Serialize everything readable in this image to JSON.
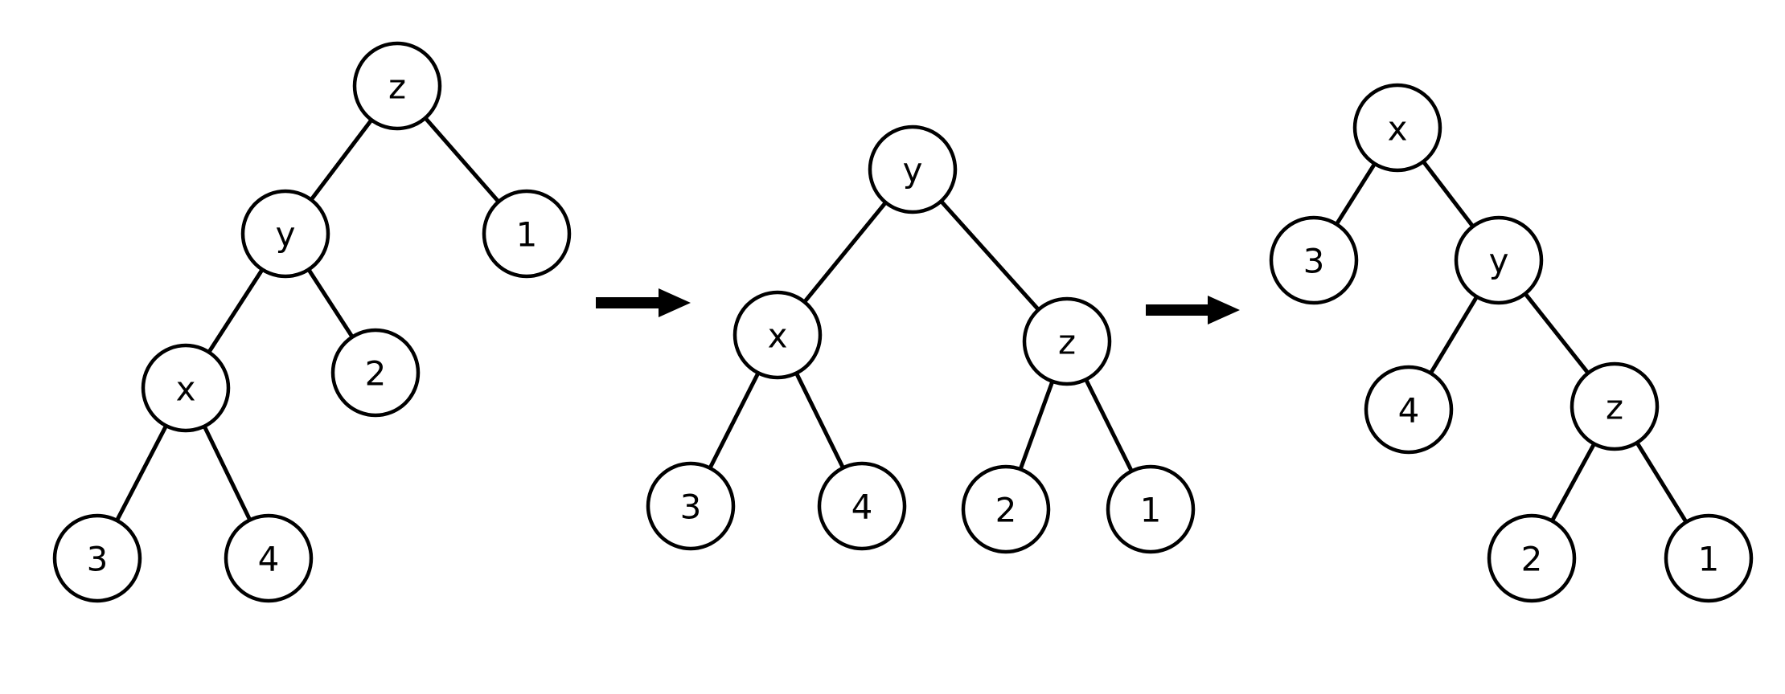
{
  "colors": {
    "background": "#ffffff",
    "ink": "#000000"
  },
  "trees": [
    {
      "id": "tree-1",
      "nodes": [
        {
          "id": "z",
          "label": "z"
        },
        {
          "id": "y",
          "label": "y"
        },
        {
          "id": "n1",
          "label": "1"
        },
        {
          "id": "x",
          "label": "x"
        },
        {
          "id": "n2",
          "label": "2"
        },
        {
          "id": "n3",
          "label": "3"
        },
        {
          "id": "n4",
          "label": "4"
        }
      ],
      "edges": [
        [
          "z",
          "y"
        ],
        [
          "z",
          "n1"
        ],
        [
          "y",
          "x"
        ],
        [
          "y",
          "n2"
        ],
        [
          "x",
          "n3"
        ],
        [
          "x",
          "n4"
        ]
      ]
    },
    {
      "id": "tree-2",
      "nodes": [
        {
          "id": "y",
          "label": "y"
        },
        {
          "id": "x",
          "label": "x"
        },
        {
          "id": "z",
          "label": "z"
        },
        {
          "id": "n3",
          "label": "3"
        },
        {
          "id": "n4",
          "label": "4"
        },
        {
          "id": "n2",
          "label": "2"
        },
        {
          "id": "n1",
          "label": "1"
        }
      ],
      "edges": [
        [
          "y",
          "x"
        ],
        [
          "y",
          "z"
        ],
        [
          "x",
          "n3"
        ],
        [
          "x",
          "n4"
        ],
        [
          "z",
          "n2"
        ],
        [
          "z",
          "n1"
        ]
      ]
    },
    {
      "id": "tree-3",
      "nodes": [
        {
          "id": "x",
          "label": "x"
        },
        {
          "id": "n3",
          "label": "3"
        },
        {
          "id": "y",
          "label": "y"
        },
        {
          "id": "n4",
          "label": "4"
        },
        {
          "id": "z",
          "label": "z"
        },
        {
          "id": "n2",
          "label": "2"
        },
        {
          "id": "n1",
          "label": "1"
        }
      ],
      "edges": [
        [
          "x",
          "n3"
        ],
        [
          "x",
          "y"
        ],
        [
          "y",
          "n4"
        ],
        [
          "y",
          "z"
        ],
        [
          "z",
          "n2"
        ],
        [
          "z",
          "n1"
        ]
      ]
    }
  ],
  "arrows": [
    {
      "from": "tree-1",
      "to": "tree-2",
      "icon": "right-arrow-icon"
    },
    {
      "from": "tree-2",
      "to": "tree-3",
      "icon": "right-arrow-icon"
    }
  ]
}
